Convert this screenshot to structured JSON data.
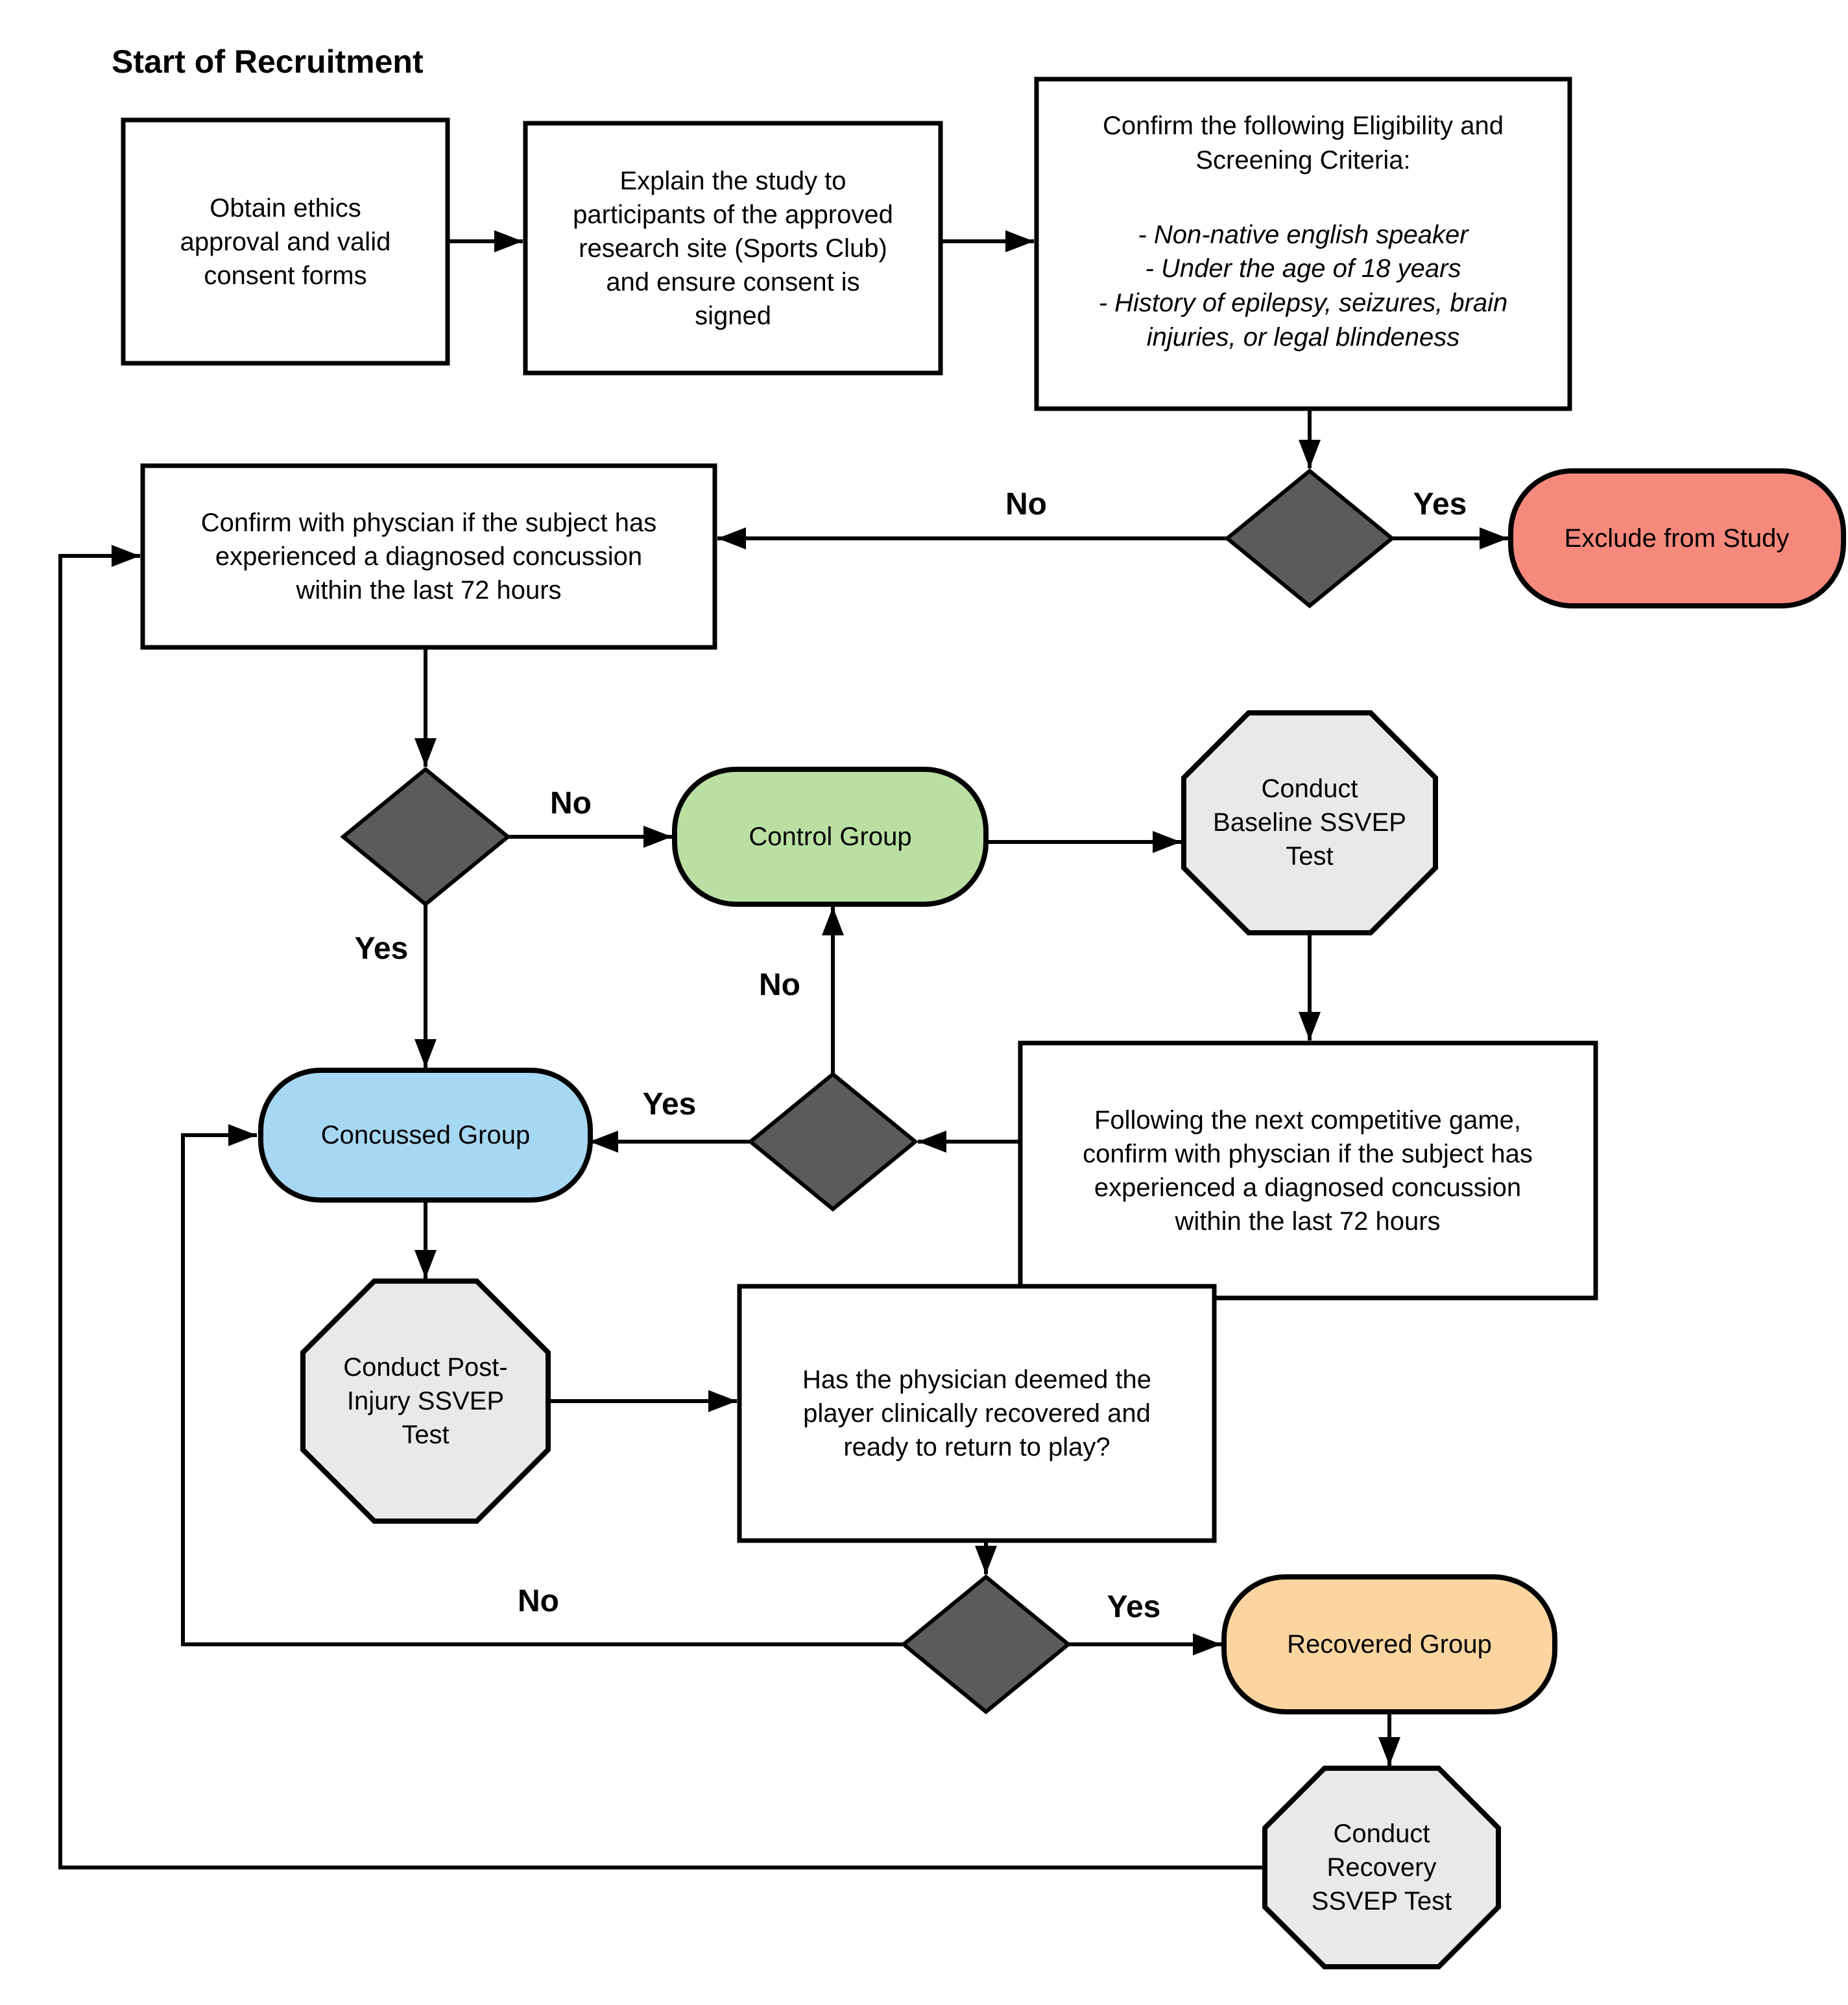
{
  "title": "Start of Recruitment",
  "labels": {
    "yes": "Yes",
    "no": "No"
  },
  "colors": {
    "diamond": "#5B5B5B",
    "octagon": "#E9E9E9",
    "box": "#FFFFFF",
    "exclude": "#F6897C",
    "control": "#B9E0A2",
    "concussed": "#A6D7F3",
    "recovered": "#FBD5A0",
    "stroke": "#000000"
  },
  "nodes": {
    "obtain_ethics": {
      "text": "Obtain ethics approval and valid consent forms"
    },
    "explain_study": {
      "text": "Explain the study to participants of the approved research site (Sports Club) and ensure consent is signed"
    },
    "eligibility": {
      "heading": "Confirm the following Eligibility and Screening Criteria:",
      "criteria": [
        "- Non-native english speaker",
        "- Under the age of 18 years",
        "-  History of epilepsy, seizures, brain injuries, or legal blindeness"
      ]
    },
    "exclude": {
      "text": "Exclude from Study"
    },
    "confirm_concussion": {
      "text": "Confirm with physcian if the subject has experienced a diagnosed concussion within the last 72 hours"
    },
    "control_group": {
      "text": "Control Group"
    },
    "baseline_test": {
      "text": "Conduct Baseline SSVEP Test"
    },
    "following_game": {
      "text": "Following the next competitive game, confirm with physcian if the subject has experienced a diagnosed concussion within the last 72 hours"
    },
    "concussed_group": {
      "text": "Concussed Group"
    },
    "post_injury_test": {
      "text": "Conduct Post-Injury SSVEP Test"
    },
    "recovered_question": {
      "text": "Has the physician deemed the player clinically recovered and ready to return to play?"
    },
    "recovered_group": {
      "text": "Recovered Group"
    },
    "recovery_test": {
      "text": "Conduct Recovery SSVEP Test"
    }
  }
}
